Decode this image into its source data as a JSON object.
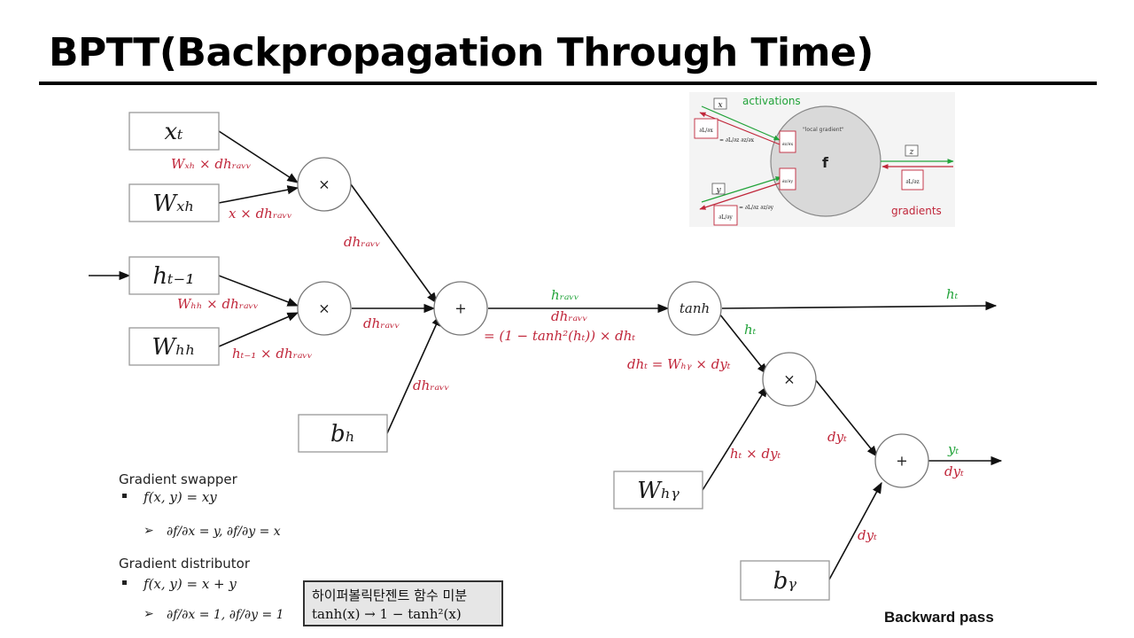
{
  "title": "BPTT(Backpropagation Through Time)",
  "colors": {
    "gradient": "#c0263a",
    "activation": "#22a33a",
    "box_border": "#999999",
    "note_bg": "#e6e6e6"
  },
  "nodes": {
    "x_t": "xₜ",
    "W_xh": "Wₓₕ",
    "h_prev": "hₜ₋₁",
    "W_hh": "Wₕₕ",
    "b_h": "bₕ",
    "W_hy": "Wₕᵧ",
    "b_y": "bᵧ",
    "mul1": "×",
    "mul2": "×",
    "mul3": "×",
    "add1": "+",
    "add2": "+",
    "tanh": "tanh"
  },
  "edges": {
    "xt_grad": "Wₓₕ × dhᵣₐᵥᵥ",
    "wxh_grad": "x × dhᵣₐᵥᵥ",
    "mul1_out": "dhᵣₐᵥᵥ",
    "whh_top_grad": "Wₕₕ × dhᵣₐᵥᵥ",
    "whh_grad": "hₜ₋₁ × dhᵣₐᵥᵥ",
    "mul2_out": "dhᵣₐᵥᵥ",
    "bh_grad": "dhᵣₐᵥᵥ",
    "add_out_act": "hᵣₐᵥᵥ",
    "add_out_grad": "dhᵣₐᵥᵥ",
    "tanh_grad": "= (1 − tanh²(hₜ)) × dhₜ",
    "tanh_out_right": "hₜ",
    "tanh_out_down": "hₜ",
    "dht_eq": "dhₜ = Wₕᵧ × dyₜ",
    "why_grad": "hₜ × dyₜ",
    "mul3_out": "dyₜ",
    "out_act": "yₜ",
    "out_grad": "dyₜ",
    "by_grad": "dyₜ"
  },
  "local_gradient_inset": {
    "activations": "activations",
    "gradients": "gradients",
    "local_gradient": "\"local gradient\"",
    "func": "f",
    "x": "x",
    "y": "y",
    "z": "z",
    "dL_dx": "∂L/∂x",
    "dL_dy": "∂L/∂y",
    "dL_dz": "∂L/∂z",
    "dz_dx": "∂z/∂x",
    "dz_dy": "∂z/∂y",
    "chain_x": "= ∂L/∂z ∂z/∂x",
    "chain_y": "= ∂L/∂z ∂z/∂y"
  },
  "notes": {
    "swapper_title": "Gradient swapper",
    "swapper_func": "f(x, y) = xy",
    "swapper_deriv": "∂f/∂x = y,  ∂f/∂y = x",
    "distributor_title": "Gradient distributor",
    "distributor_func": "f(x, y) = x + y",
    "distributor_deriv": "∂f/∂x = 1,  ∂f/∂y = 1",
    "tanh_box_title": "하이퍼볼릭탄젠트 함수 미분",
    "tanh_box_formula": "tanh(x) → 1 − tanh²(x)",
    "backward_pass": "Backward pass"
  }
}
